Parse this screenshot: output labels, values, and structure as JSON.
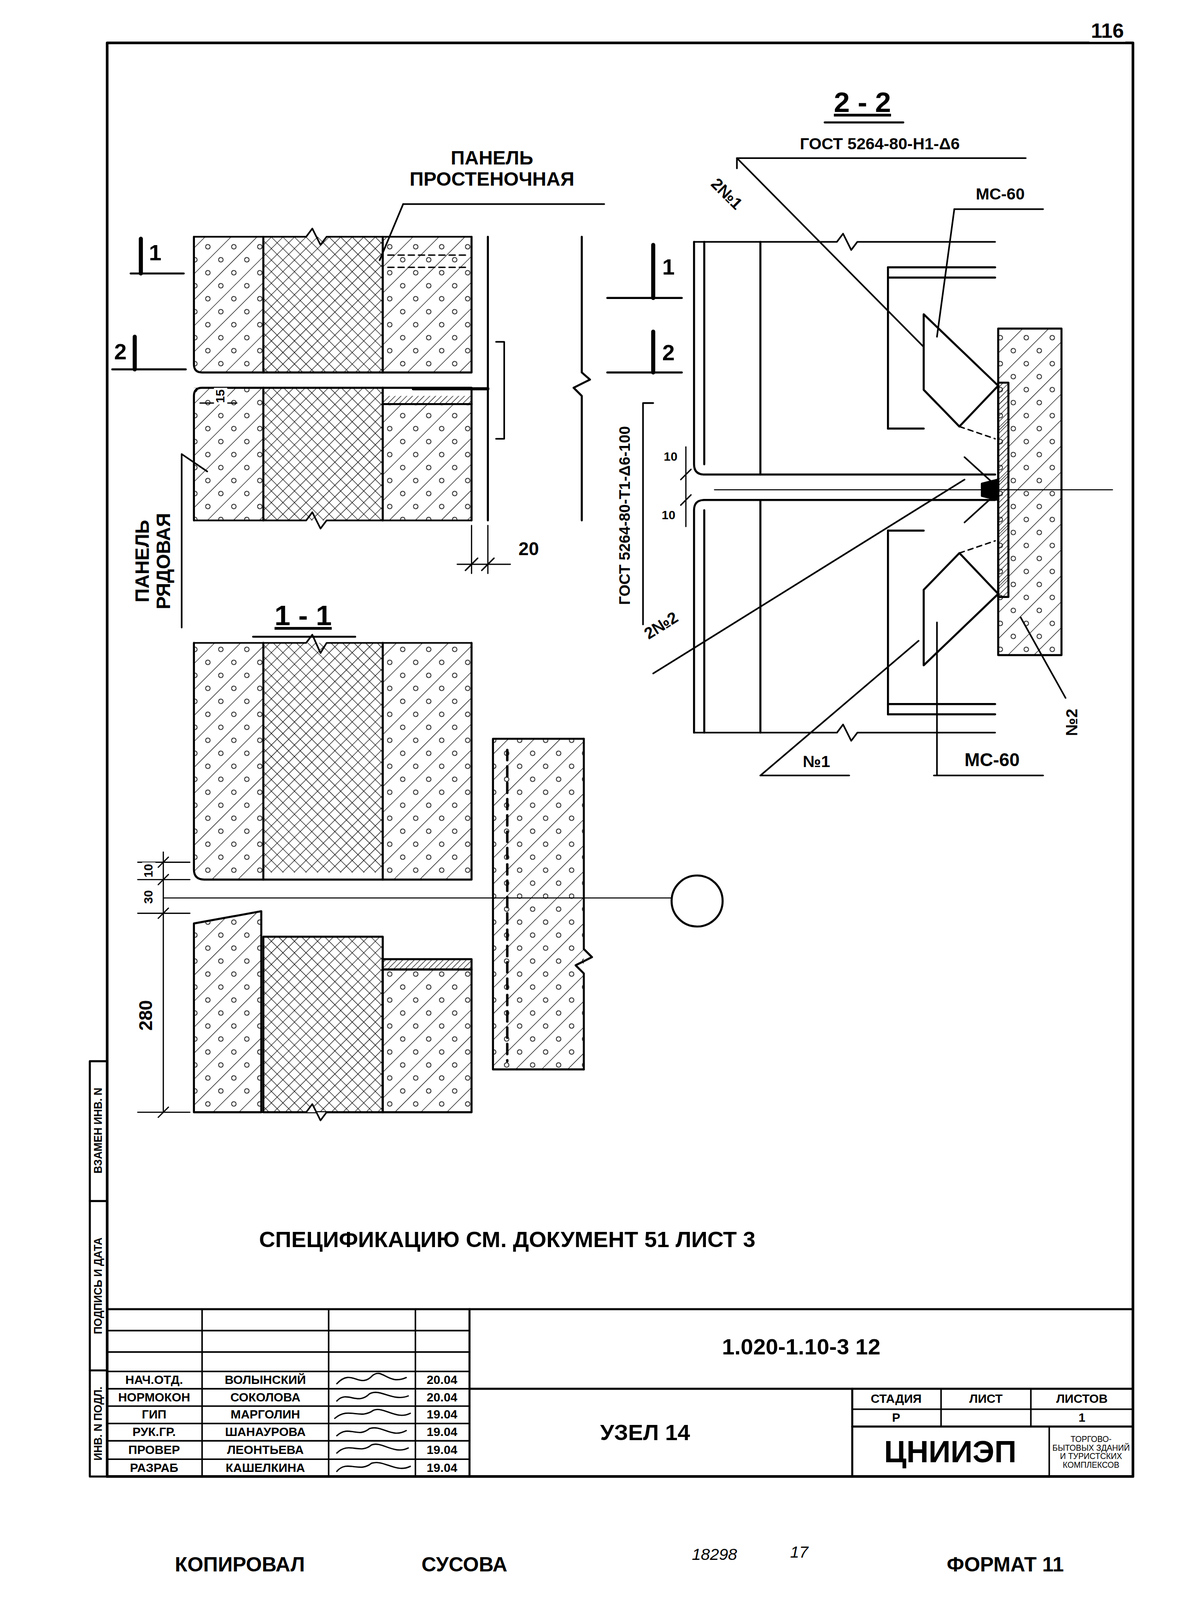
{
  "diagram": {
    "title": "УЗЕЛ 14",
    "labels": [
      "116",
      "2 - 2",
      "ГОСТ 5264-80-Н1-Δ6",
      "2№1",
      "МС-60",
      "ПАНЕЛЬ ПРОСТЕНОЧНАЯ",
      "1",
      "2",
      "15",
      "ПАНЕЛЬ РЯДОВАЯ",
      "1",
      "2",
      "ГОСТ 5264-80-Т1-Δ6-100",
      "10",
      "10",
      "20",
      "1 - 1",
      "2№2",
      "№1",
      "МС-60",
      "№2",
      "10",
      "30",
      "280",
      "СПЕЦИФИКАЦИЮ СМ. ДОКУМЕНТ 51 ЛИСТ 3",
      "1.020-1.10-3 12",
      "НАЧ.ОТД.",
      "ВОЛЫНСКИЙ",
      "20.04",
      "НОРМОКОН",
      "СОКОЛОВА",
      "20.04",
      "ГИП",
      "МАРГОЛИН",
      "19.04",
      "РУК.ГР.",
      "ШАНАУРОВА",
      "19.04",
      "ПРОВЕР",
      "ЛЕОНТЬЕВА",
      "19.04",
      "РАЗРАБ",
      "КАШЕЛКИНА",
      "19.04",
      "СТАДИЯ",
      "ЛИСТ",
      "ЛИСТОВ",
      "Р",
      "1",
      "ЦНИИЭП",
      "ТОРГОВО-БЫТОВЫХ ЗДАНИЙ И ТУРИСТСКИХ КОМПЛЕКСОВ",
      "ИНВ. N ПОДЛ.",
      "ПОДПИСЬ И ДАТА",
      "ВЗАМЕН ИНВ. N",
      "КОПИРОВАЛ",
      "СУСОВА",
      "18298",
      "17",
      "ФОРМАТ 11"
    ]
  }
}
